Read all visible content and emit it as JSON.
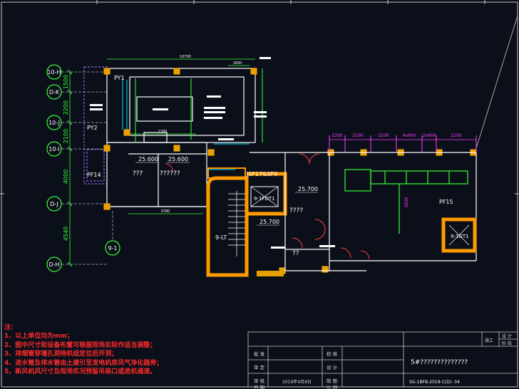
{
  "axes": {
    "vertical": [
      "10-H",
      "D-K",
      "10-J",
      "10-I",
      "D-J",
      "9-1",
      "D-H"
    ],
    "dims_left": [
      "1500",
      "2200",
      "2100",
      "4000",
      "4540"
    ]
  },
  "dims_top_left": [
    "10700",
    "1600",
    "1200",
    "3780"
  ],
  "dims_right": [
    "1200",
    "2100",
    "2100",
    "4x600",
    "2x600",
    "2100"
  ],
  "dim_right_vertical": "3500",
  "elevations": [
    "25.600",
    "25.600",
    "25.700",
    "25.700"
  ],
  "room_labels": [
    "???",
    "??????",
    "????",
    "??"
  ],
  "shaft_labels": [
    "PY1",
    "PY2",
    "PF14",
    "PF15",
    "JSF17&SF9",
    "9-1FDT1",
    "9-LT",
    "9-1DT1"
  ],
  "notes": {
    "title": "注：",
    "lines": [
      "1、以上单位均为mm；",
      "2、图中尺寸和设备布置可根据现场实际作适当调整；",
      "3、排烟管穿墙孔洞待机组定位后开洞；",
      "4、进水管及排水管由土建引至发电机房风气净化器旁；",
      "5、新风机风尺寸及现场实况预留吊装口或进机通道。"
    ]
  },
  "title_block": {
    "left_labels": [
      "批 准",
      "审 定",
      "审 核",
      "日 期"
    ],
    "mid_labels": [
      "校 核",
      "设 计",
      "制 图",
      "比 例"
    ],
    "date": "2019年4月8日",
    "drawing_title": "5#??????????????",
    "drawing_number": "SG-1BFB-2019-C(D)- 04",
    "top_right": [
      "设 计",
      "阶 段",
      "施工"
    ]
  }
}
